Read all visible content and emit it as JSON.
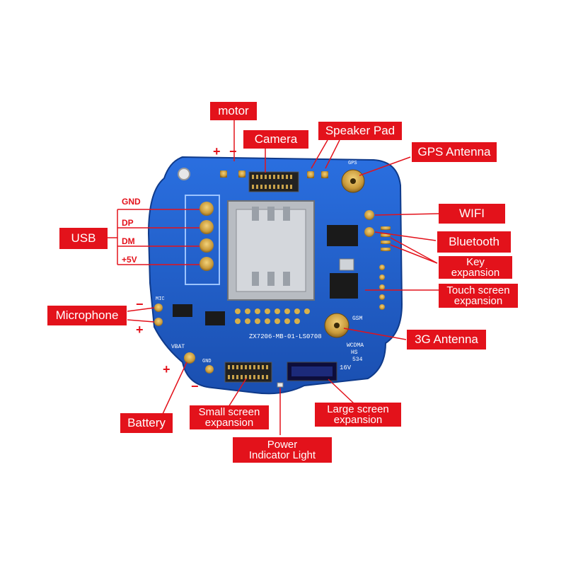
{
  "labels": {
    "motor": "motor",
    "camera": "Camera",
    "speaker_pad": "Speaker Pad",
    "gps_antenna": "GPS Antenna",
    "wifi": "WIFI",
    "bluetooth": "Bluetooth",
    "key_expansion": [
      "Key",
      "expansion"
    ],
    "touch_screen_expansion": [
      "Touch screen",
      "expansion"
    ],
    "antenna_3g": "3G Antenna",
    "usb": "USB",
    "microphone": "Microphone",
    "battery": "Battery",
    "small_screen_expansion": [
      "Small screen",
      "expansion"
    ],
    "large_screen_expansion": [
      "Large screen",
      "expansion"
    ],
    "power_indicator_light": [
      "Power",
      "Indicator Light"
    ]
  },
  "usb_pins": [
    "GND",
    "DP",
    "DM",
    "+5V"
  ],
  "polarity": {
    "motor_plus": "+",
    "motor_minus": "−",
    "mic_minus": "−",
    "mic_plus": "+",
    "bat_plus": "+",
    "bat_minus": "−"
  },
  "silkscreen": {
    "board_id": "ZX7206-MB-01-LS0708",
    "gsm": "GSM",
    "wcdma": "WCDMA",
    "hs": "HS",
    "num": "534",
    "v16": "16V",
    "vbat": "VBAT",
    "gnd": "GND",
    "mic": "MIC",
    "gps": "GPS"
  },
  "colors": {
    "label_bg": "#e3121b",
    "pcb": "#1f5fc9",
    "pad": "#c99a3a"
  }
}
